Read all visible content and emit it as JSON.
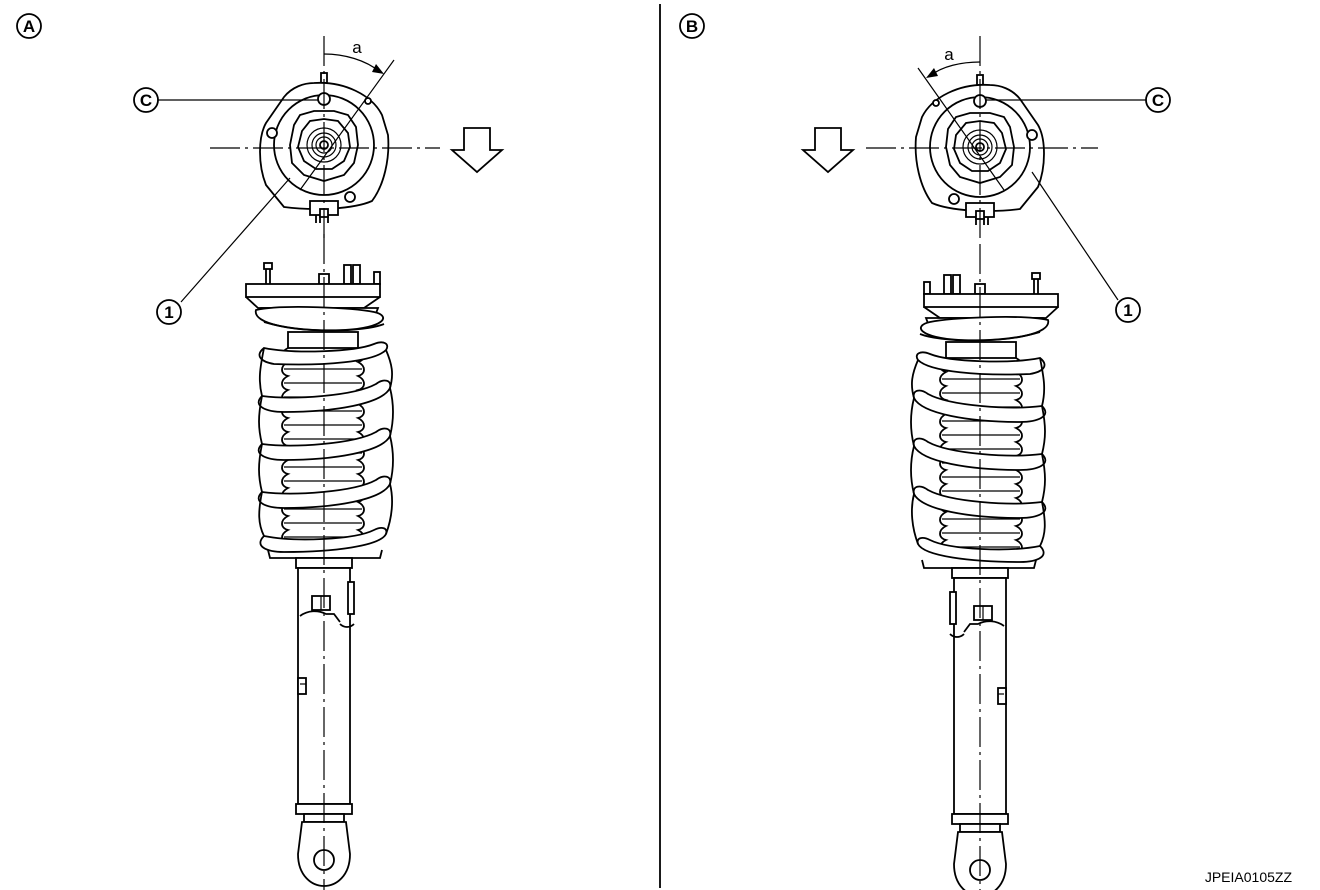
{
  "panels": {
    "left": {
      "marker": "A",
      "part_number": "1",
      "point_label": "C",
      "angle_label": "a"
    },
    "right": {
      "marker": "B",
      "part_number": "1",
      "point_label": "C",
      "angle_label": "a"
    }
  },
  "figure_code": "JPEIA0105ZZ",
  "icons": {
    "direction_arrow": "down-arrow-icon",
    "circled_markers": "circled-letter-icon"
  }
}
